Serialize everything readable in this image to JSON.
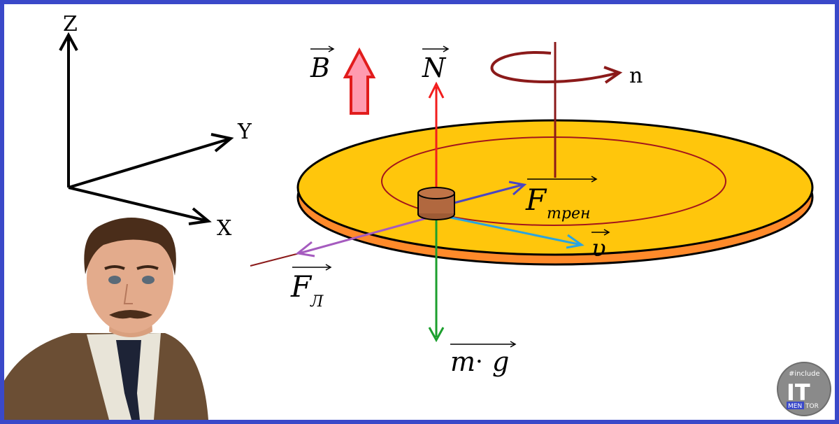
{
  "axes": {
    "z": "Z",
    "y": "Y",
    "x": "X"
  },
  "vectors": {
    "B": "B",
    "N": "N",
    "F_main": "F",
    "F_tren_sub": "трен",
    "F_L_main": "F",
    "F_L_sub": "Л",
    "v": "υ",
    "mg_m": "m",
    "mg_dot": "·",
    "mg_g": "g"
  },
  "rotation_label": "n",
  "logo": {
    "top": "#include",
    "main": "IT",
    "bottom_left": "MEN",
    "bottom_right": "TOR"
  },
  "colors": {
    "border": "#3a49c9",
    "disk_top": "#ffc60c",
    "disk_side": "#ff8a2a",
    "orbit": "#a3151c",
    "normal_force": "#f21d1d",
    "gravity": "#1c9f2e",
    "friction": "#4a46c4",
    "velocity": "#2aa4e0",
    "lorentz": "#a55bbf",
    "b_arrow": "#ff9bb0"
  }
}
